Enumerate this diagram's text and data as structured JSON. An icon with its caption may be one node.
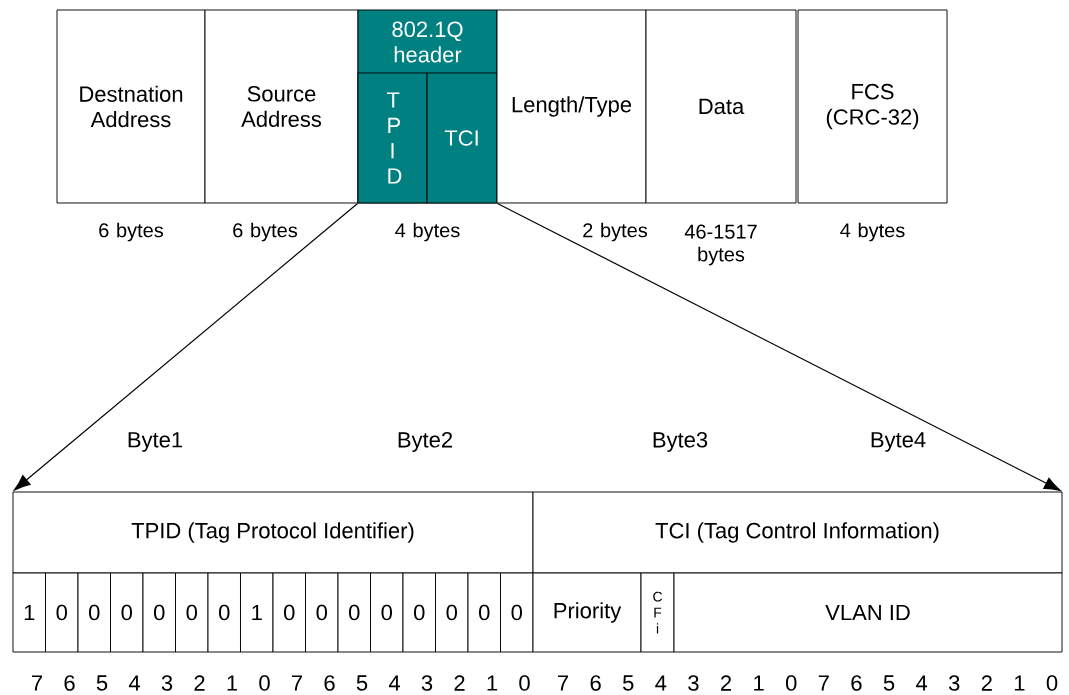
{
  "diagram": {
    "nodes": [
      {
        "text": [
          "Destnation Address"
        ],
        "beside": [
          "6 bytes"
        ]
      },
      {
        "text": [
          "Source Address"
        ],
        "beside": [
          "6 bytes"
        ]
      },
      {
        "text": [
          "802.1Q header"
        ],
        "beside": [
          "4 bytes"
        ]
      },
      {
        "text": [
          "T P I D"
        ],
        "in": 2
      },
      {
        "text": [
          "TCI"
        ],
        "in": 2
      },
      {
        "text": [
          "Length/Type"
        ],
        "beside": [
          "2 bytes"
        ]
      },
      {
        "text": [
          "Data"
        ],
        "beside": [
          "46-1517 bytes"
        ]
      },
      {
        "text": [
          "FCS (CRC-32)"
        ],
        "beside": [
          "4 bytes"
        ]
      },
      {
        "text": [
          "TPID (Tag Protocol Identifier)"
        ]
      },
      {
        "text": [
          "TCI (Tag Control Information)"
        ]
      },
      {
        "text": [
          "1"
        ]
      },
      {
        "text": [
          "0"
        ]
      },
      {
        "text": [
          "0"
        ]
      },
      {
        "text": [
          "0"
        ]
      },
      {
        "text": [
          "0"
        ]
      },
      {
        "text": [
          "0"
        ]
      },
      {
        "text": [
          "0"
        ]
      },
      {
        "text": [
          "1"
        ]
      },
      {
        "text": [
          "0"
        ]
      },
      {
        "text": [
          "0"
        ]
      },
      {
        "text": [
          "0"
        ]
      },
      {
        "text": [
          "0"
        ]
      },
      {
        "text": [
          "0"
        ]
      },
      {
        "text": [
          "0"
        ]
      },
      {
        "text": [
          "0"
        ]
      },
      {
        "text": [
          "0"
        ]
      },
      {
        "text": [
          "Priority"
        ]
      },
      {
        "text": [
          "C F i"
        ]
      },
      {
        "text": [
          "VLAN ID"
        ]
      }
    ],
    "edges": [
      {
        "from": 2,
        "to": 8,
        "arrow": "to"
      },
      {
        "from": 2,
        "to": 9,
        "arrow": "to"
      }
    ],
    "labels": [
      "Byte1",
      "Byte2",
      "Byte3",
      "Byte4",
      "7",
      "6",
      "5",
      "4",
      "3",
      "2",
      "1",
      "0",
      "7",
      "6",
      "5",
      "4",
      "3",
      "2",
      "1",
      "0",
      "7",
      "6",
      "5",
      "4",
      "3",
      "2",
      "1",
      "0",
      "7",
      "6",
      "5",
      "4",
      "3",
      "2",
      "1",
      "0"
    ]
  }
}
